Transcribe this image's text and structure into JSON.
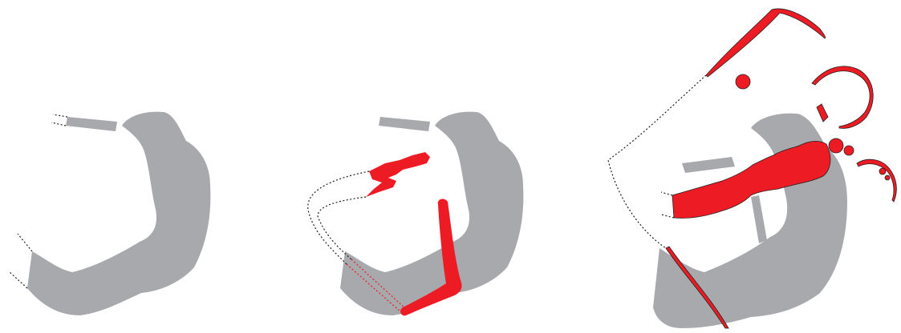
{
  "figure": {
    "panels": [
      {
        "id": "panel-1",
        "stage": "base-structure",
        "elements": [
          "gray-base",
          "dotted-leader-lines"
        ]
      },
      {
        "id": "panel-2",
        "stage": "partial-overlay",
        "elements": [
          "gray-base",
          "red-fragment",
          "red-bar",
          "dotted-connector"
        ]
      },
      {
        "id": "panel-3",
        "stage": "full-overlay",
        "elements": [
          "gray-base",
          "red-mass",
          "red-arcs",
          "red-blobs",
          "dotted-boundary"
        ]
      }
    ]
  },
  "colors": {
    "base_gray": "#a7a9ac",
    "overlay_red": "#ed1c24",
    "outline": "#231f20",
    "background": "#ffffff"
  }
}
